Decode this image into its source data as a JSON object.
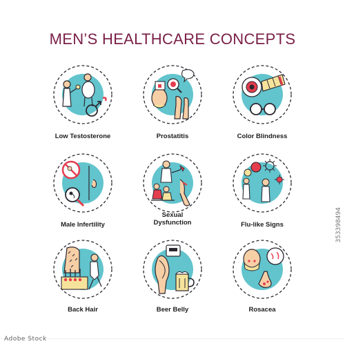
{
  "title": "MEN’S HEALTHCARE CONCEPTS",
  "colors": {
    "title": "#7a2047",
    "accent": "#62c4cd",
    "outline": "#2b2730",
    "red": "#e43d4e",
    "skin": "#f7cfa6",
    "yellow": "#f6e39b",
    "white": "#ffffff"
  },
  "icons": [
    {
      "name": "Low Testosterone",
      "icon": "low-testosterone-icon"
    },
    {
      "name": "Prostatitis",
      "icon": "prostatitis-icon"
    },
    {
      "name": "Color Blindness",
      "icon": "color-blindness-icon"
    },
    {
      "name": "Male Infertility",
      "icon": "male-infertility-icon"
    },
    {
      "name": "Sexual\nDysfunction",
      "icon": "sexual-dysfunction-icon"
    },
    {
      "name": "Flu-like Signs",
      "icon": "flu-like-signs-icon"
    },
    {
      "name": "Back Hair",
      "icon": "back-hair-icon"
    },
    {
      "name": "Beer Belly",
      "icon": "beer-belly-icon"
    },
    {
      "name": "Rosacea",
      "icon": "rosacea-icon"
    }
  ],
  "watermark": {
    "stock_id": "353398494",
    "logo": "Adobe Stock"
  }
}
